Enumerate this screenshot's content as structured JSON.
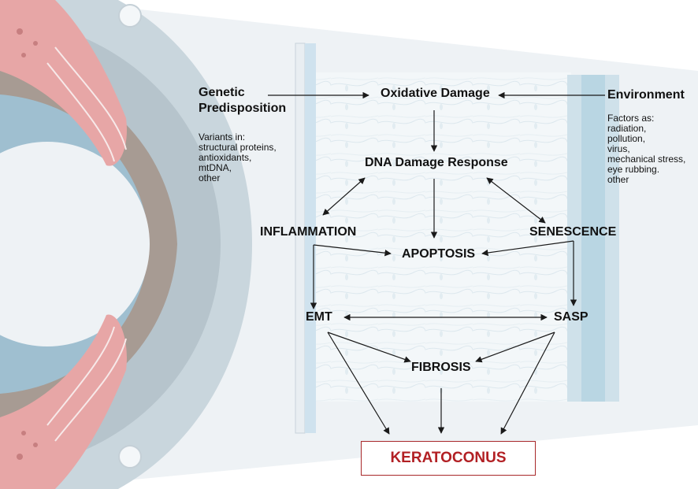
{
  "diagram": {
    "sources": {
      "genetic": {
        "title": "Genetic\nPredisposition",
        "details": "Variants in:\nstructural proteins,\nantioxidants,\nmtDNA,\nother"
      },
      "environment": {
        "title": "Environment",
        "details": "Factors as:\nradiation,\npollution,\nvirus,\nmechanical stress,\neye rubbing.\nother"
      }
    },
    "nodes": {
      "oxidative_damage": "Oxidative Damage",
      "dna_damage_response": "DNA Damage Response",
      "inflammation": "INFLAMMATION",
      "senescence": "SENESCENCE",
      "apoptosis": "APOPTOSIS",
      "emt": "EMT",
      "sasp": "SASP",
      "fibrosis": "FIBROSIS"
    },
    "outcome": "KERATOCONUS",
    "colors": {
      "outcome_border": "#a8282a",
      "outcome_text": "#b22024",
      "arrow": "#1a1a1a",
      "tissue_blue": "#c7dce7",
      "muscle_pink": "#e7a6a6"
    }
  }
}
